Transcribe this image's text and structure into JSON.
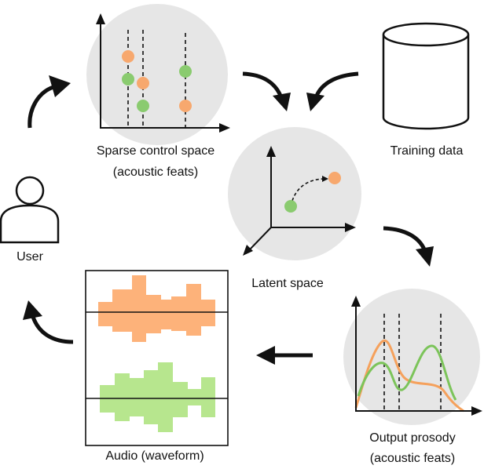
{
  "labels": {
    "sparse_line1": "Sparse control space",
    "sparse_line2": "(acoustic feats)",
    "training": "Training data",
    "user": "User",
    "latent": "Latent space",
    "audio": "Audio (waveform)",
    "prosody_line1": "Output prosody",
    "prosody_line2": "(acoustic feats)"
  },
  "icons": {
    "user": "person-icon",
    "training": "database-cylinder-icon"
  },
  "colors": {
    "orange": "#FDB27A",
    "orange_dot": "#F7A86E",
    "green": "#8FD07A",
    "green_dot": "#8ACB6F",
    "light_green_fill": "#B7E68E",
    "orange_line": "#F5A15C",
    "green_line": "#7CC45A",
    "circle_bg": "#E6E6E6",
    "ink": "#111111"
  }
}
